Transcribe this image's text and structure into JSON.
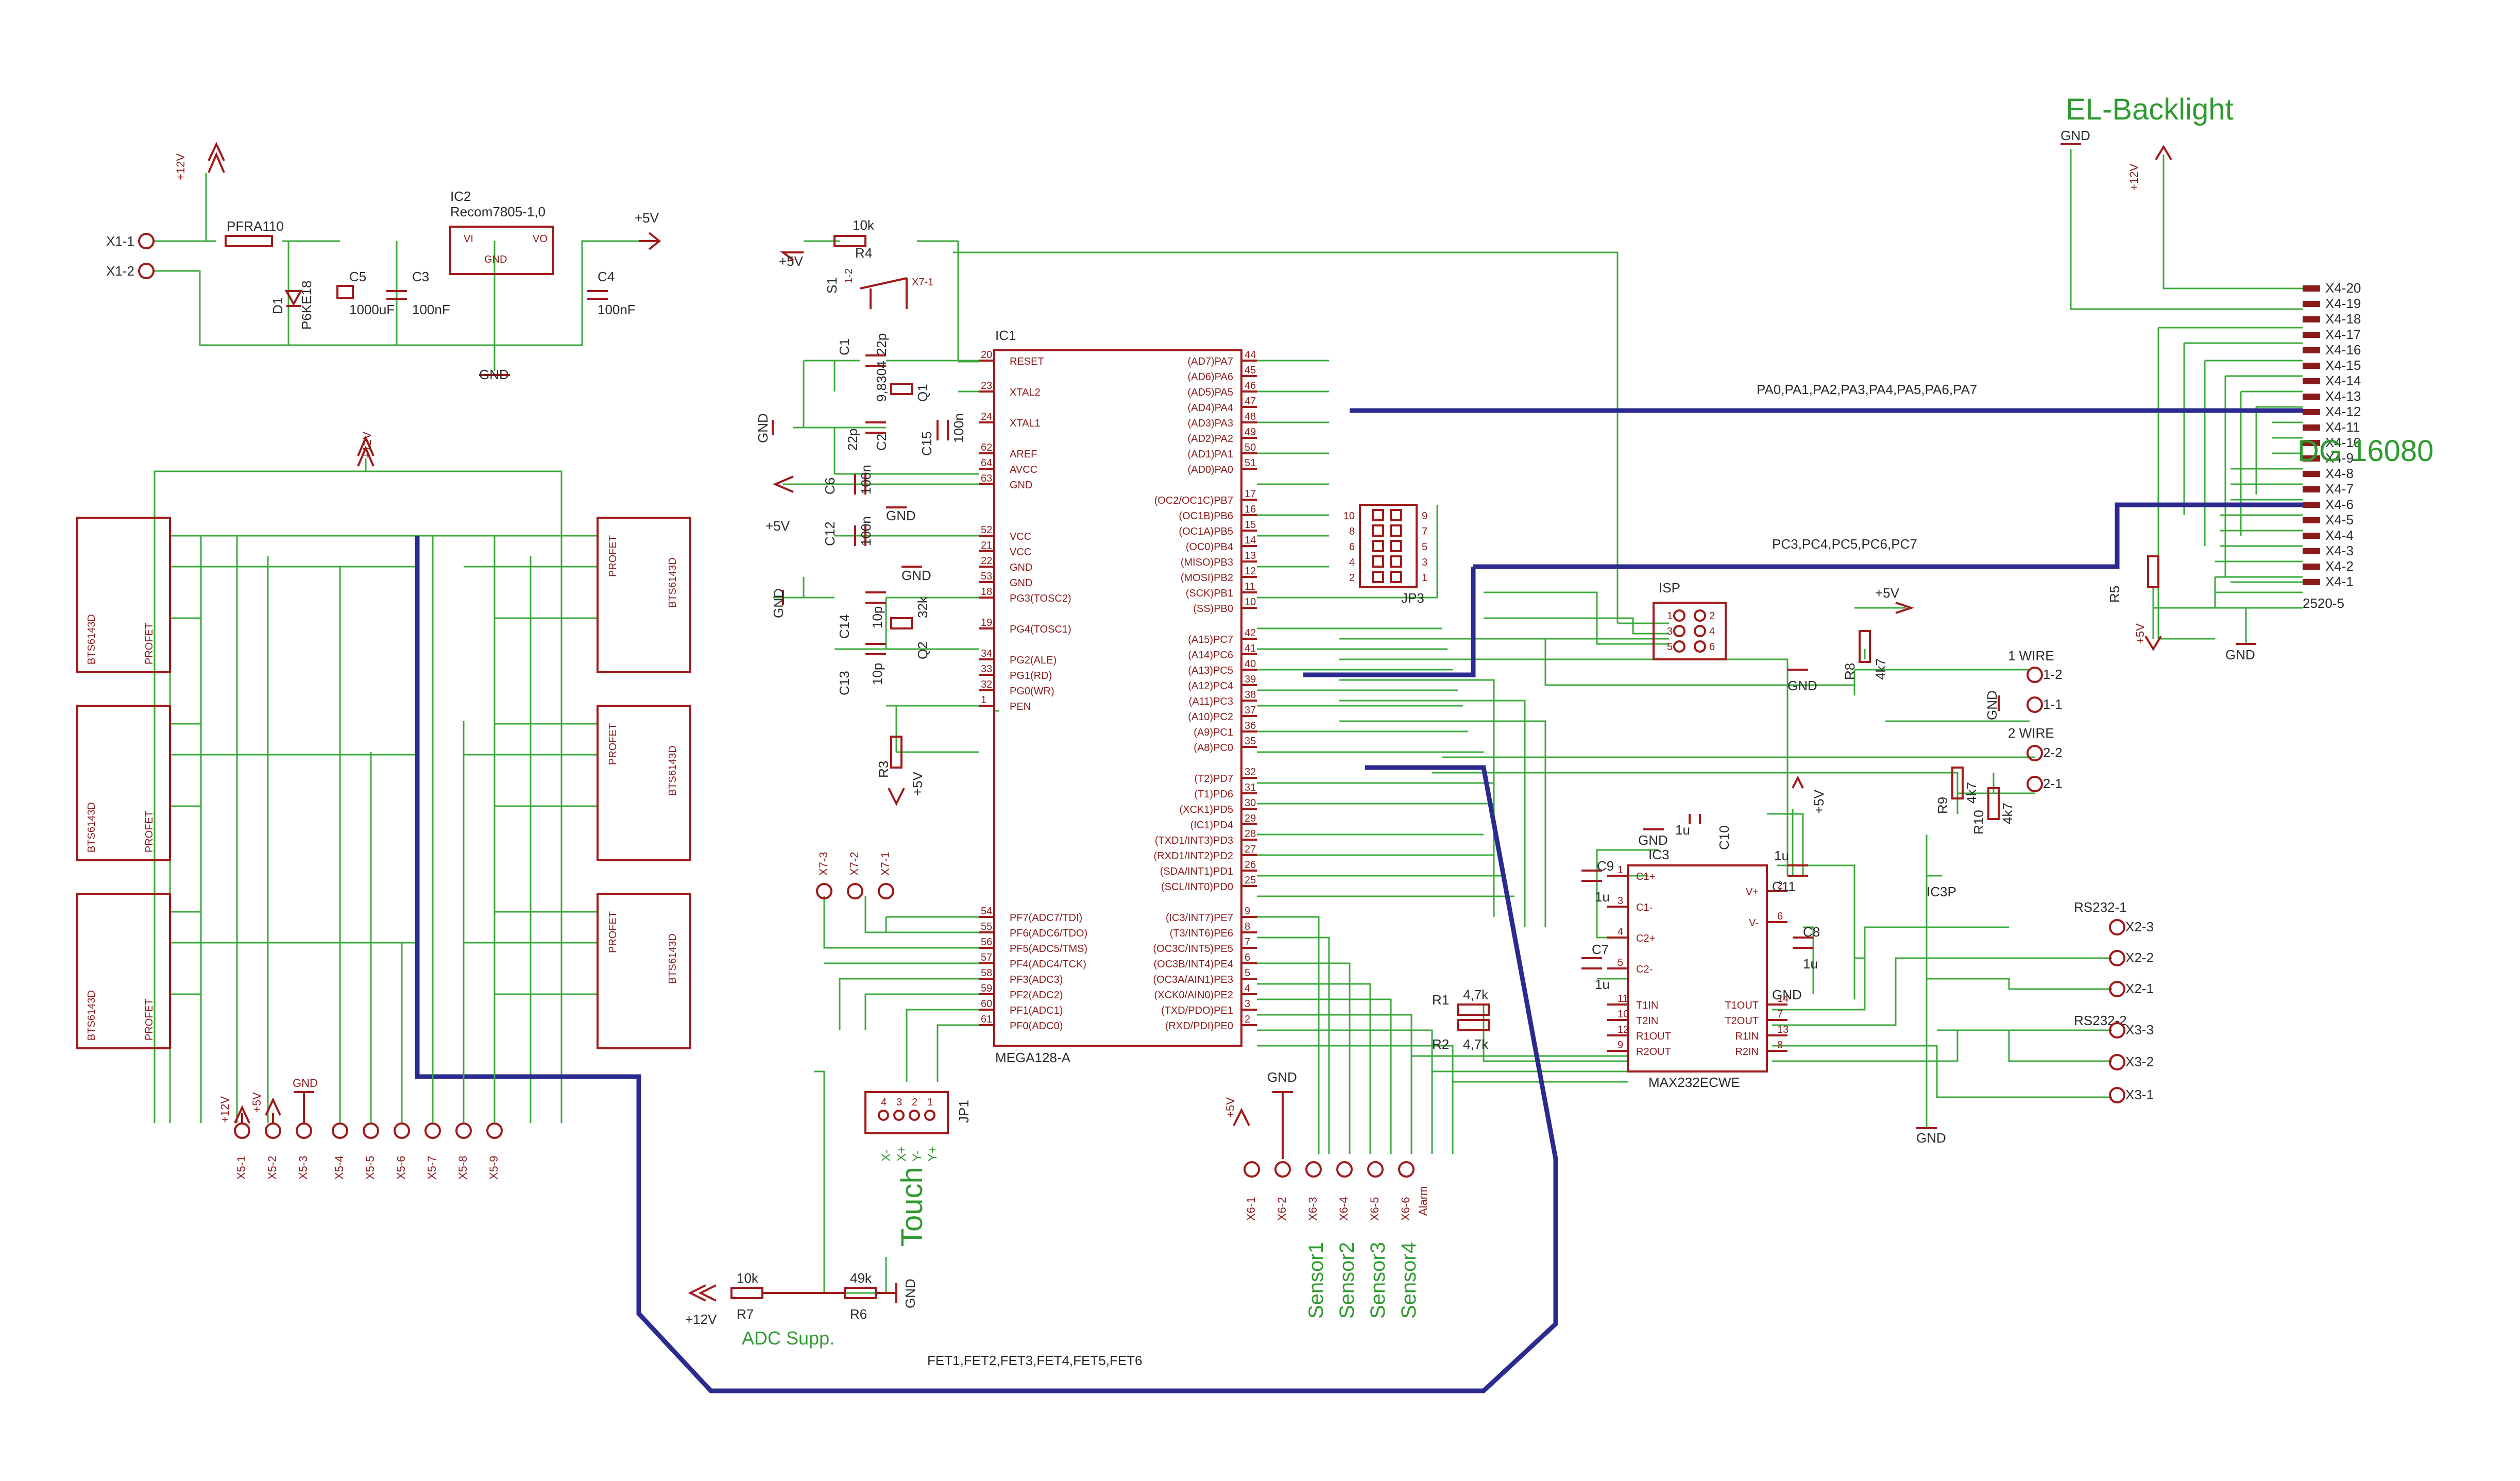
{
  "title": "EL-Backlight",
  "display_label": "DG 16080",
  "bus": {
    "pa": "PA0,PA1,PA2,PA3,PA4,PA5,PA6,PA7",
    "pc": "PC3,PC4,PC5,PC6,PC7",
    "fet": "FET1,FET2,FET3,FET4,FET5,FET6"
  },
  "power": {
    "plus12": "+12V",
    "plus5": "+5V",
    "gnd": "GND",
    "x1": [
      "X1-1",
      "X1-2"
    ],
    "pfra": "PFRA110",
    "d1": [
      "D1",
      "P6KE18"
    ],
    "c5": [
      "C5",
      "1000uF"
    ],
    "c3": [
      "C3",
      "100nF"
    ],
    "c4": [
      "C4",
      "100nF"
    ],
    "ic2": [
      "IC2",
      "Recom7805-1,0"
    ],
    "ic2_pins": [
      "VI",
      "VO",
      "GND"
    ]
  },
  "mcu": {
    "name": "IC1",
    "part": "MEGA128-A",
    "left_pins": [
      {
        "num": "20",
        "name": "RESET"
      },
      {
        "num": "23",
        "name": "XTAL2"
      },
      {
        "num": "24",
        "name": "XTAL1"
      },
      {
        "num": "62",
        "name": "AREF"
      },
      {
        "num": "64",
        "name": "AVCC"
      },
      {
        "num": "63",
        "name": "GND"
      },
      {
        "num": "52",
        "name": "VCC"
      },
      {
        "num": "21",
        "name": "VCC"
      },
      {
        "num": "22",
        "name": "GND"
      },
      {
        "num": "53",
        "name": "GND"
      },
      {
        "num": "18",
        "name": "PG3(TOSC2)"
      },
      {
        "num": "19",
        "name": "PG4(TOSC1)"
      },
      {
        "num": "34",
        "name": "PG2(ALE)"
      },
      {
        "num": "33",
        "name": "PG1(RD)"
      },
      {
        "num": "32",
        "name": "PG0(WR)"
      },
      {
        "num": "1",
        "name": "PEN"
      },
      {
        "num": "54",
        "name": "PF7(ADC7/TDI)"
      },
      {
        "num": "55",
        "name": "PF6(ADC6/TDO)"
      },
      {
        "num": "56",
        "name": "PF5(ADC5/TMS)"
      },
      {
        "num": "57",
        "name": "PF4(ADC4/TCK)"
      },
      {
        "num": "58",
        "name": "PF3(ADC3)"
      },
      {
        "num": "59",
        "name": "PF2(ADC2)"
      },
      {
        "num": "60",
        "name": "PF1(ADC1)"
      },
      {
        "num": "61",
        "name": "PF0(ADC0)"
      }
    ],
    "right_pins": [
      {
        "num": "44",
        "name": "(AD7)PA7"
      },
      {
        "num": "45",
        "name": "(AD6)PA6"
      },
      {
        "num": "46",
        "name": "(AD5)PA5"
      },
      {
        "num": "47",
        "name": "(AD4)PA4"
      },
      {
        "num": "48",
        "name": "(AD3)PA3"
      },
      {
        "num": "49",
        "name": "(AD2)PA2"
      },
      {
        "num": "50",
        "name": "(AD1)PA1"
      },
      {
        "num": "51",
        "name": "(AD0)PA0"
      },
      {
        "num": "17",
        "name": "(OC2/OC1C)PB7"
      },
      {
        "num": "16",
        "name": "(OC1B)PB6"
      },
      {
        "num": "15",
        "name": "(OC1A)PB5"
      },
      {
        "num": "14",
        "name": "(OC0)PB4"
      },
      {
        "num": "13",
        "name": "(MISO)PB3"
      },
      {
        "num": "12",
        "name": "(MOSI)PB2"
      },
      {
        "num": "11",
        "name": "(SCK)PB1"
      },
      {
        "num": "10",
        "name": "(SS)PB0"
      },
      {
        "num": "42",
        "name": "(A15)PC7"
      },
      {
        "num": "41",
        "name": "(A14)PC6"
      },
      {
        "num": "40",
        "name": "(A13)PC5"
      },
      {
        "num": "39",
        "name": "(A12)PC4"
      },
      {
        "num": "38",
        "name": "(A11)PC3"
      },
      {
        "num": "37",
        "name": "(A10)PC2"
      },
      {
        "num": "36",
        "name": "(A9)PC1"
      },
      {
        "num": "35",
        "name": "(A8)PC0"
      },
      {
        "num": "32",
        "name": "(T2)PD7"
      },
      {
        "num": "31",
        "name": "(T1)PD6"
      },
      {
        "num": "30",
        "name": "(XCK1)PD5"
      },
      {
        "num": "29",
        "name": "(IC1)PD4"
      },
      {
        "num": "28",
        "name": "(TXD1/INT3)PD3"
      },
      {
        "num": "27",
        "name": "(RXD1/INT2)PD2"
      },
      {
        "num": "26",
        "name": "(SDA/INT1)PD1"
      },
      {
        "num": "25",
        "name": "(SCL/INT0)PD0"
      },
      {
        "num": "9",
        "name": "(IC3/INT7)PE7"
      },
      {
        "num": "8",
        "name": "(T3/INT6)PE6"
      },
      {
        "num": "7",
        "name": "(OC3C/INT5)PE5"
      },
      {
        "num": "6",
        "name": "(OC3B/INT4)PE4"
      },
      {
        "num": "5",
        "name": "(OC3A/AIN1)PE3"
      },
      {
        "num": "4",
        "name": "(XCK0/AIN0)PE2"
      },
      {
        "num": "3",
        "name": "(TXD/PDO)PE1"
      },
      {
        "num": "2",
        "name": "(RXD/PDI)PE0"
      }
    ]
  },
  "parts": {
    "r4": [
      "R4",
      "10k"
    ],
    "s1": "S1",
    "c1": [
      "C1",
      "22p"
    ],
    "c2": [
      "C2",
      "22p"
    ],
    "q1": [
      "Q1",
      "9,8304"
    ],
    "c15": [
      "C15",
      "100n"
    ],
    "c6": [
      "C6",
      "100n"
    ],
    "c12": [
      "C12",
      "100n"
    ],
    "c14": [
      "C14",
      "10p"
    ],
    "c13": [
      "C13",
      "10p"
    ],
    "q2": [
      "Q2",
      "32k"
    ],
    "r3": "R3",
    "jp3": "JP3",
    "isp": "ISP",
    "r8": [
      "R8",
      "4k7"
    ],
    "r9": [
      "R9",
      "4k7"
    ],
    "r10": [
      "R10",
      "4k7"
    ],
    "r5": "R5",
    "r1": [
      "R1",
      "4,7k"
    ],
    "r2": [
      "R2",
      "4,7k"
    ],
    "r7": [
      "R7",
      "10k"
    ],
    "r6": [
      "R6",
      "49k"
    ],
    "jp1": "JP1",
    "ic3": [
      "IC3",
      "MAX232ECWE"
    ],
    "ic3p": "IC3P",
    "c9": [
      "C9",
      "1u"
    ],
    "c7": [
      "C7",
      "1u"
    ],
    "c10": [
      "C10",
      "1u"
    ],
    "c11": [
      "C11",
      "1u"
    ],
    "c8": [
      "C8",
      "1u"
    ],
    "conn2520": "2520-5",
    "isp_pins": [
      "1",
      "2",
      "3",
      "4",
      "5",
      "6"
    ],
    "jp3_pins": [
      "10",
      "9",
      "8",
      "7",
      "6",
      "5",
      "4",
      "3",
      "2",
      "1"
    ],
    "jp1_pins": [
      "4",
      "3",
      "2",
      "1"
    ],
    "ic3_pins_left": [
      {
        "num": "1",
        "name": "C1+"
      },
      {
        "num": "3",
        "name": "C1-"
      },
      {
        "num": "4",
        "name": "C2+"
      },
      {
        "num": "5",
        "name": "C2-"
      },
      {
        "num": "11",
        "name": "T1IN"
      },
      {
        "num": "10",
        "name": "T2IN"
      },
      {
        "num": "12",
        "name": "R1OUT"
      },
      {
        "num": "9",
        "name": "R2OUT"
      }
    ],
    "ic3_pins_right": [
      {
        "num": "2",
        "name": "V+"
      },
      {
        "num": "6",
        "name": "V-"
      },
      {
        "num": "14",
        "name": "T1OUT"
      },
      {
        "num": "7",
        "name": "T2OUT"
      },
      {
        "num": "13",
        "name": "R1IN"
      },
      {
        "num": "8",
        "name": "R2IN"
      }
    ]
  },
  "fets": {
    "part": "BTS6143D",
    "tag": "PROFET"
  },
  "connectors": {
    "x4": [
      "X4-20",
      "X4-19",
      "X4-18",
      "X4-17",
      "X4-16",
      "X4-15",
      "X4-14",
      "X4-13",
      "X4-12",
      "X4-11",
      "X4-10",
      "X4-9",
      "X4-8",
      "X4-7",
      "X4-6",
      "X4-5",
      "X4-4",
      "X4-3",
      "X4-2",
      "X4-1"
    ],
    "x5": [
      "X5-1",
      "X5-2",
      "X5-3",
      "X5-4",
      "X5-5",
      "X5-6",
      "X5-7",
      "X5-8",
      "X5-9"
    ],
    "x6": [
      "X6-1",
      "X6-2",
      "X6-3",
      "X6-4",
      "X6-5",
      "X6-6"
    ],
    "x7": [
      "X7-3",
      "X7-2",
      "X7-1"
    ],
    "x1wire": [
      "1-2",
      "1-1"
    ],
    "x2wire": [
      "2-2",
      "2-1"
    ],
    "x2": [
      "X2-3",
      "X2-2",
      "X2-1"
    ],
    "x3": [
      "X3-3",
      "X3-2",
      "X3-1"
    ],
    "wire1": "1 WIRE",
    "wire2": "2 WIRE",
    "rs1": "RS232-1",
    "rs2": "RS232-2",
    "x1wire_gnd": "GND",
    "jp1_labels": [
      "X-",
      "X+",
      "Y-",
      "Y+"
    ],
    "alarm": "Alarm"
  },
  "labels": {
    "touch": "Touch",
    "adc": "ADC Supp.",
    "sensors": [
      "Sensor1",
      "Sensor2",
      "Sensor3",
      "Sensor4"
    ]
  }
}
